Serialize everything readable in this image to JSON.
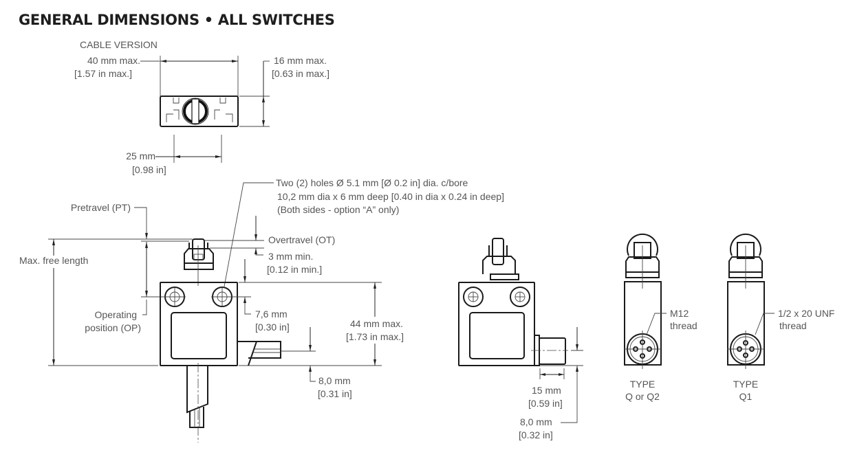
{
  "title": "GENERAL DIMENSIONS • ALL SWITCHES",
  "cable_version": {
    "label": "CABLE VERSION",
    "width_mm": "40 mm max.",
    "width_in": "[1.57 in max.]",
    "depth_mm": "16 mm max.",
    "depth_in": "[0.63 in max.]",
    "hole_spacing_mm": "25 mm",
    "hole_spacing_in": "[0.98 in]"
  },
  "front_view": {
    "holes_note": [
      "Two (2) holes Ø 5.1 mm [Ø 0.2 in] dia. c/bore",
      "10,2 mm dia x 6 mm deep [0.40 in dia x 0.24 in deep]",
      "(Both sides - option “A” only)"
    ],
    "pretravel": "Pretravel (PT)",
    "max_free_length": "Max. free length",
    "operating_position": [
      "Operating",
      "position (OP)"
    ],
    "overtravel": "Overtravel (OT)",
    "overtravel_mm": "3 mm min.",
    "overtravel_in": "[0.12 in min.]",
    "hole_offset_mm": "7,6 mm",
    "hole_offset_in": "[0.30 in]",
    "height_mm": "44 mm max.",
    "height_in": "[1.73 in max.]",
    "cable_offset_mm": "8,0 mm",
    "cable_offset_in": "[0.31 in]"
  },
  "connector_view": {
    "length_mm": "15 mm",
    "length_in": "[0.59 in]",
    "offset_mm": "8,0 mm",
    "offset_in": "[0.32 in]"
  },
  "side_views": [
    {
      "thread": [
        "M12",
        "thread"
      ],
      "type": [
        "TYPE",
        "Q or Q2"
      ]
    },
    {
      "thread": [
        "1/2 x 20 UNF",
        "thread"
      ],
      "type": [
        "TYPE",
        "Q1"
      ]
    }
  ]
}
